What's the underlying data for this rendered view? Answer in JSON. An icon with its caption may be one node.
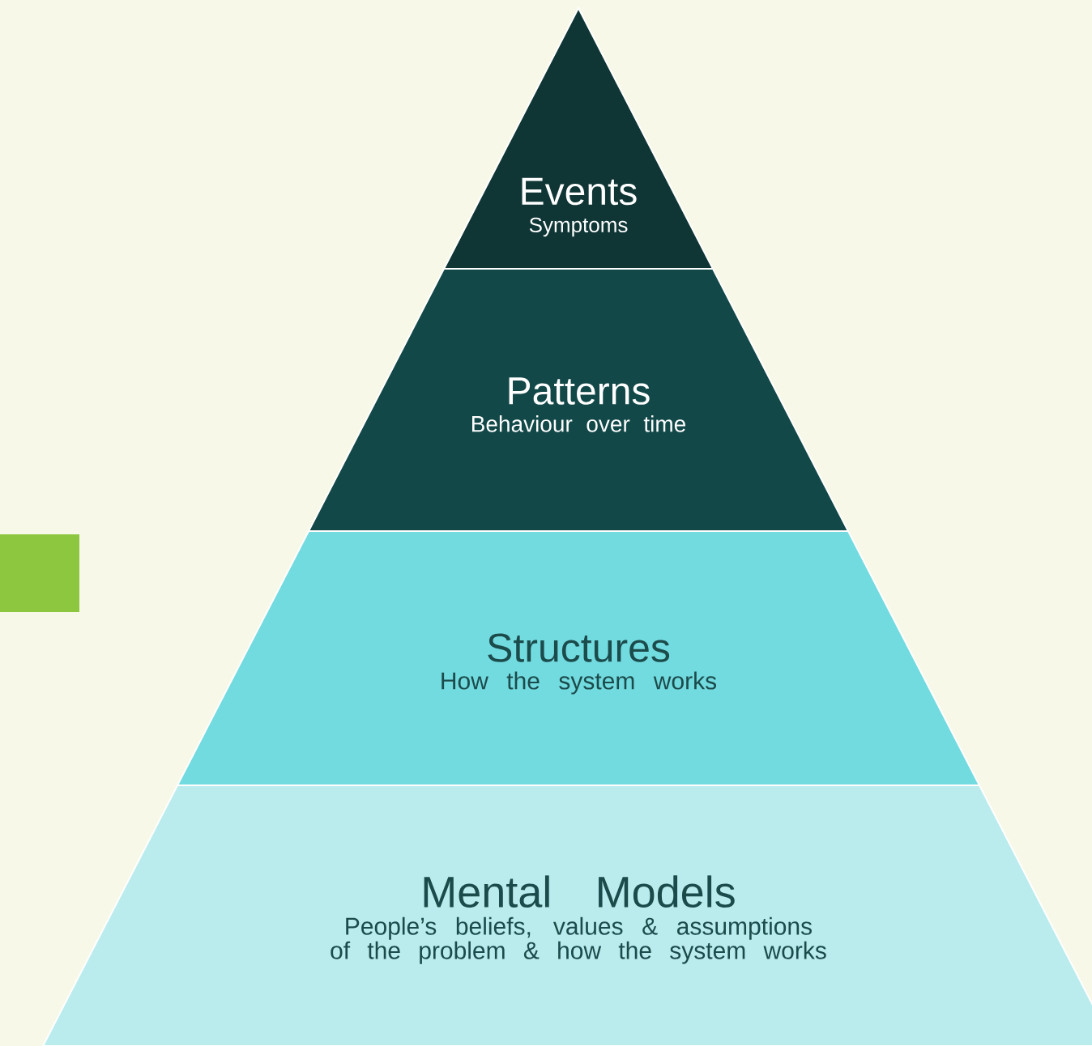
{
  "diagram": {
    "nodes": [
      {
        "text": [
          "Events",
          "Symptoms"
        ]
      },
      {
        "text": [
          "Patterns",
          "Behaviour over time"
        ]
      },
      {
        "text": [
          "Structures",
          "How the system works"
        ]
      },
      {
        "text": [
          "Mental Models",
          "People’s beliefs, values & assumptions of the problem & how the system works"
        ]
      }
    ]
  }
}
